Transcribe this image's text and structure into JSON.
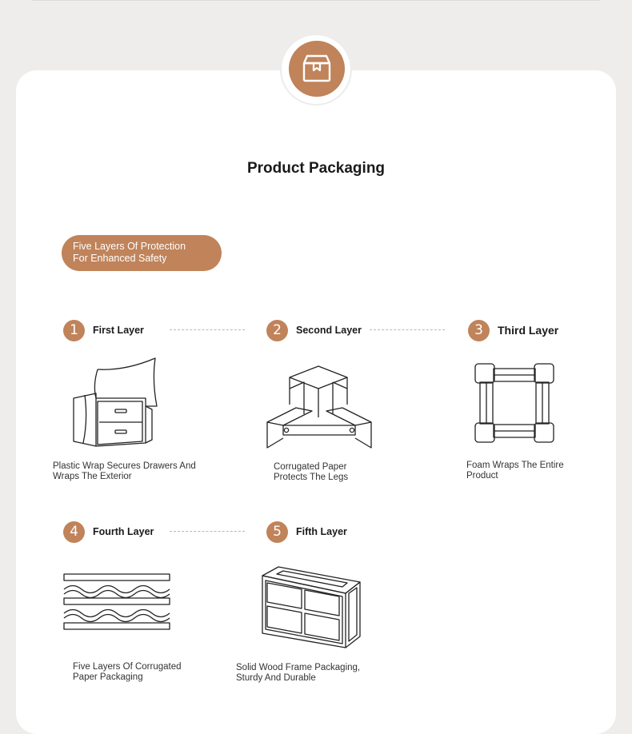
{
  "page": {
    "title": "Product Packaging",
    "icon": "box-icon",
    "accent_color": "#c0835a"
  },
  "protection": {
    "line1": "Five Layers Of Protection",
    "line2": "For Enhanced Safety"
  },
  "layers": [
    {
      "number": "1",
      "label": "First Layer",
      "icon": "plastic-wrapped-cabinet-icon",
      "caption_line1": "Plastic Wrap Secures Drawers And",
      "caption_line2": "Wraps The Exterior"
    },
    {
      "number": "2",
      "label": "Second Layer",
      "icon": "corrugated-corner-protector-icon",
      "caption_line1": "Corrugated Paper",
      "caption_line2": "Protects The Legs"
    },
    {
      "number": "3",
      "label": "Third Layer",
      "icon": "foam-corner-frame-icon",
      "caption_line1": "Foam Wraps The Entire",
      "caption_line2": "Product"
    },
    {
      "number": "4",
      "label": "Fourth Layer",
      "icon": "corrugated-layers-icon",
      "caption_line1": "Five Layers Of Corrugated",
      "caption_line2": "Paper Packaging"
    },
    {
      "number": "5",
      "label": "Fifth Layer",
      "icon": "wood-frame-crate-icon",
      "caption_line1": "Solid Wood Frame Packaging,",
      "caption_line2": "Sturdy And Durable"
    }
  ]
}
